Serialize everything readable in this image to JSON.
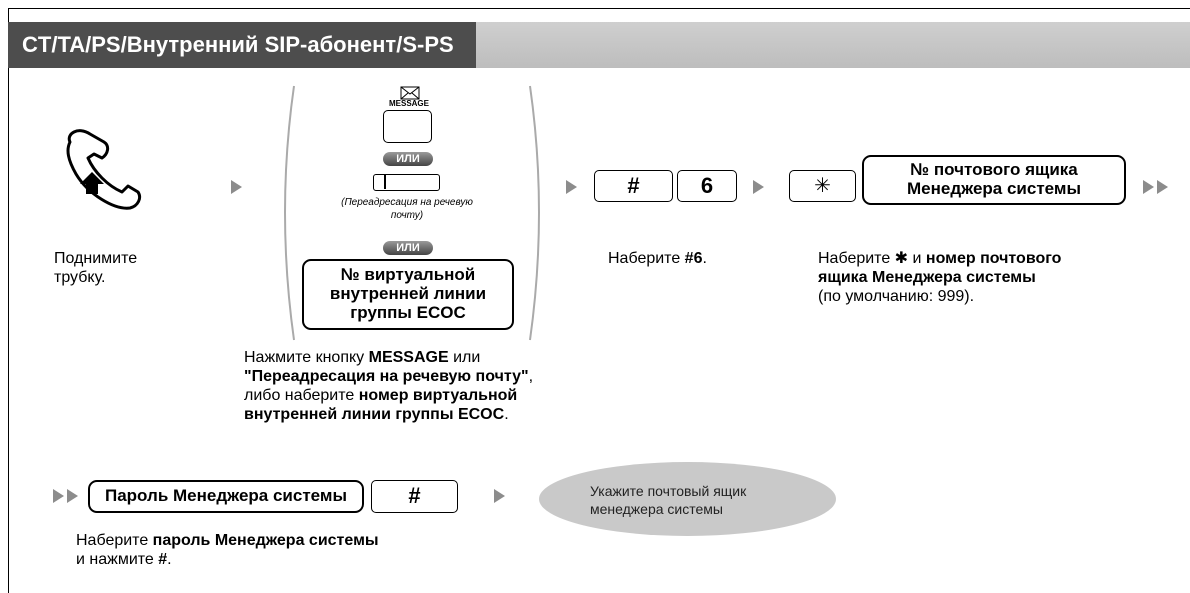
{
  "header": {
    "title": "CT/TA/PS/Внутренний SIP-абонент/S-PS"
  },
  "steps": {
    "lift": {
      "text": "Поднимите трубку."
    },
    "press": {
      "message_label": "MESSAGE",
      "or1": "ИЛИ",
      "vm_key_caption": "(Переадресация на речевую почту)",
      "or2": "ИЛИ",
      "vext_box": "№ виртуальной внутренней линии группы ECOC",
      "desc_1": "Нажмите кнопку ",
      "desc_1b": "MESSAGE",
      "desc_1c": " или",
      "desc_2b": "\"Переадресация на речевую почту\"",
      "desc_2c": ",",
      "desc_3": "либо наберите ",
      "desc_3b": "номер виртуальной",
      "desc_4b": "внутренней линии группы ECOC",
      "desc_4c": "."
    },
    "dial6": {
      "key1": "#",
      "key2": "6",
      "text": "Наберите ",
      "text_b": "#6",
      "text_end": "."
    },
    "star": {
      "key": "✳",
      "box": "№ почтового ящика Менеджера системы",
      "text_1": "Наберите ",
      "text_1s": "✱",
      "text_1m": " и ",
      "text_1b": "номер почтового",
      "text_2b": "ящика Менеджера системы",
      "text_3": "(по умолчанию: 999)."
    },
    "password": {
      "box": "Пароль Менеджера системы",
      "key": "#",
      "text_1": "Наберите ",
      "text_1b": "пароль Менеджера системы",
      "text_2": "и нажмите ",
      "text_2b": "#",
      "text_2c": "."
    },
    "result": {
      "text": "Укажите почтовый ящик менеджера системы"
    }
  }
}
